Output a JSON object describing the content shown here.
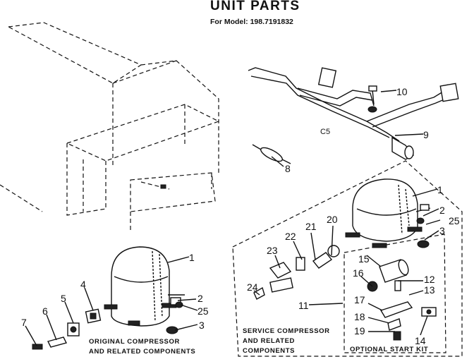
{
  "header": {
    "title": "UNIT PARTS",
    "model": "For Model: 198.7191832"
  },
  "diagram_code": "C5",
  "callouts": {
    "c1_service": "1",
    "c2_service": "2",
    "c25_service": "25",
    "c3_service": "3",
    "c10": "10",
    "c9": "9",
    "c8": "8",
    "c20": "20",
    "c21": "21",
    "c22": "22",
    "c23": "23",
    "c24": "24",
    "c11": "11",
    "c15": "15",
    "c16": "16",
    "c12": "12",
    "c13": "13",
    "c17": "17",
    "c18": "18",
    "c19": "19",
    "c14": "14",
    "c1_orig": "1",
    "c2_orig": "2",
    "c25_orig": "25",
    "c3_orig": "3",
    "c4": "4",
    "c5": "5",
    "c6": "6",
    "c7": "7"
  },
  "groups": {
    "original_line1": "ORIGINAL COMPRESSOR",
    "original_line2": "AND RELATED COMPONENTS",
    "service_line1": "SERVICE COMPRESSOR",
    "service_line2": "AND RELATED",
    "service_line3": "COMPONENTS",
    "start_kit": "OPTIONAL START KIT"
  }
}
